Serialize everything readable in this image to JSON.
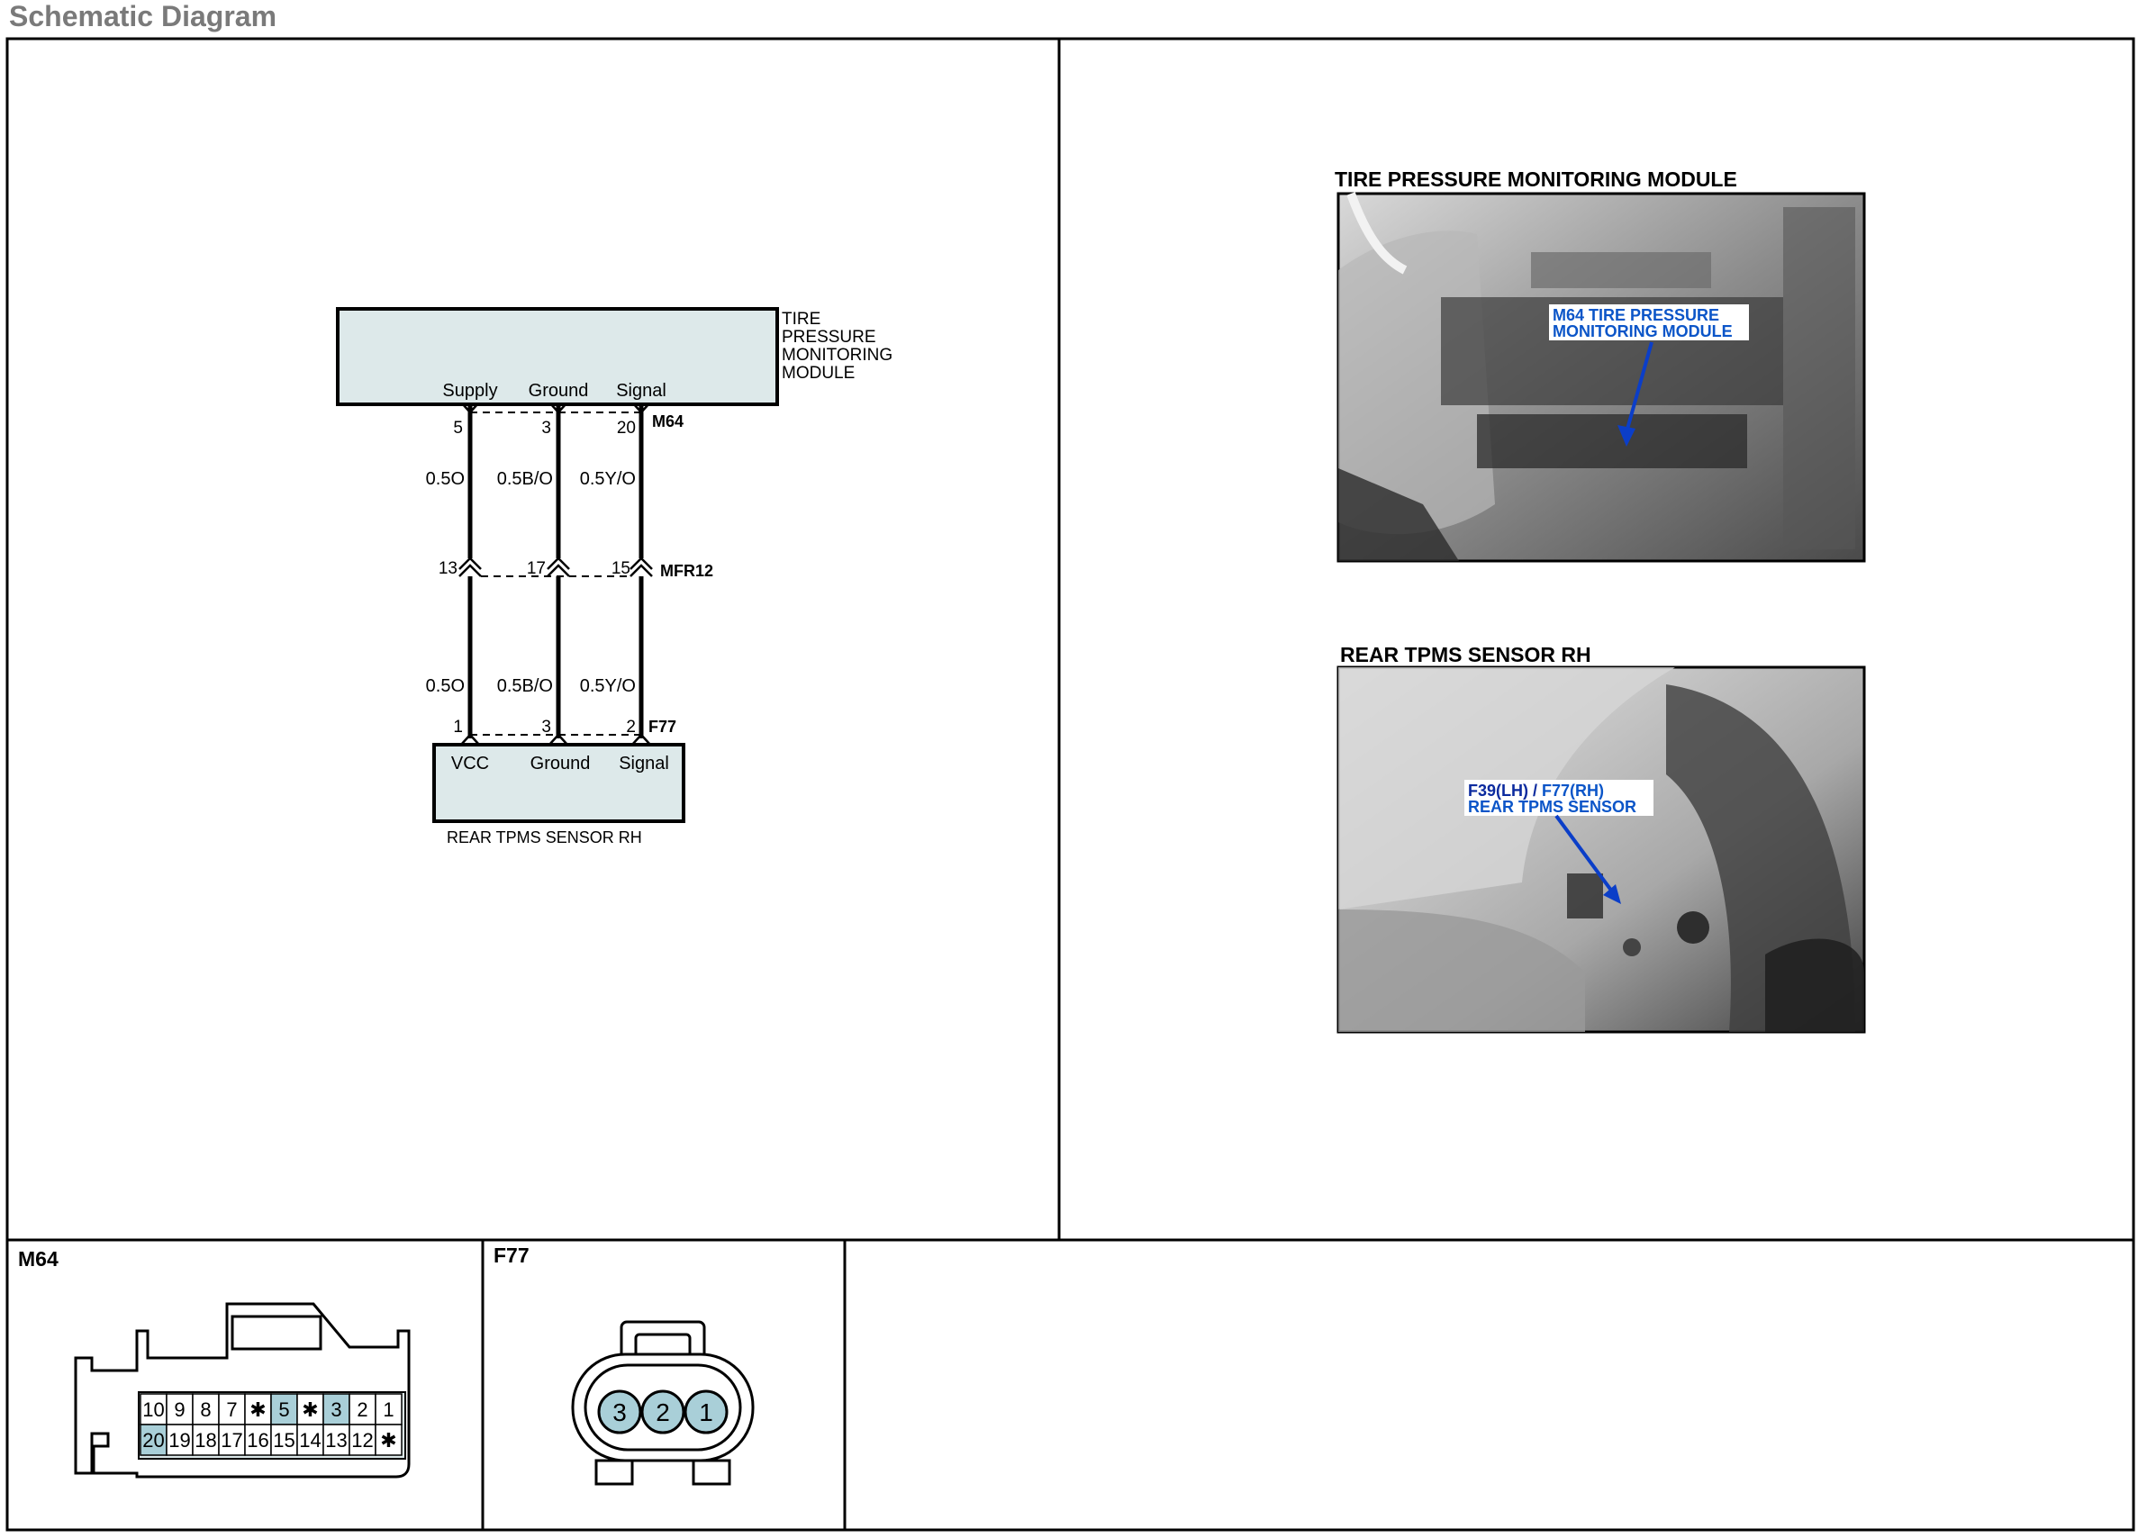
{
  "page_title": "Schematic Diagram",
  "module": {
    "name_lines": [
      "TIRE",
      "PRESSURE",
      "MONITORING",
      "MODULE"
    ],
    "pins": [
      {
        "label": "Supply",
        "number": "5"
      },
      {
        "label": "Ground",
        "number": "3"
      },
      {
        "label": "Signal",
        "number": "20"
      }
    ],
    "connector": "M64"
  },
  "upper_wires": [
    "0.5O",
    "0.5B/O",
    "0.5Y/O"
  ],
  "splice": {
    "pins": [
      "13",
      "17",
      "15"
    ],
    "connector": "MFR12"
  },
  "lower_wires": [
    "0.5O",
    "0.5B/O",
    "0.5Y/O"
  ],
  "sensor": {
    "pins": [
      {
        "label": "VCC",
        "number": "1"
      },
      {
        "label": "Ground",
        "number": "3"
      },
      {
        "label": "Signal",
        "number": "2"
      }
    ],
    "connector": "F77",
    "name": "REAR TPMS SENSOR RH"
  },
  "photos": [
    {
      "title": "TIRE PRESSURE MONITORING MODULE",
      "callout_lines": [
        "M64 TIRE PRESSURE",
        "MONITORING MODULE"
      ]
    },
    {
      "title": "REAR TPMS SENSOR RH",
      "callout_line1_a": "F39(LH) / ",
      "callout_line1_b": "F77(RH)",
      "callout_line2": "REAR TPMS SENSOR"
    }
  ],
  "connector_views": [
    {
      "name": "M64",
      "row1": [
        "10",
        "9",
        "8",
        "7",
        "✱",
        "5",
        "✱",
        "3",
        "2",
        "1"
      ],
      "row2": [
        "20",
        "19",
        "18",
        "17",
        "16",
        "15",
        "14",
        "13",
        "12",
        "✱"
      ],
      "highlighted": [
        "5",
        "3",
        "20"
      ]
    },
    {
      "name": "F77",
      "pins": [
        "3",
        "2",
        "1"
      ]
    }
  ],
  "colors": {
    "module_fill": "#dde9ea",
    "pin_highlight": "#a9cfd8",
    "callout_text": "#0b55c8",
    "title_gray": "#7a7a7a"
  }
}
